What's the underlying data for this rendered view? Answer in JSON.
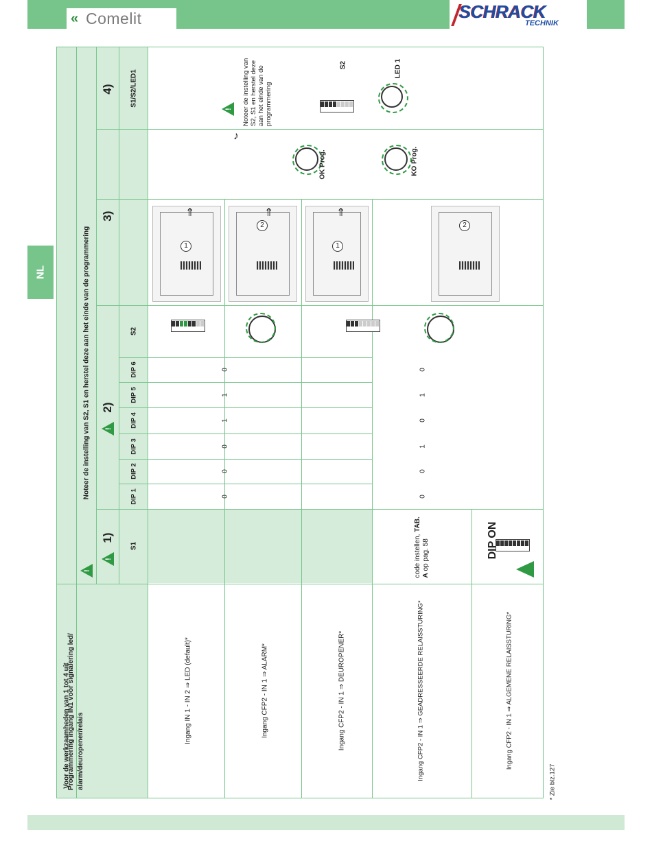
{
  "header": {
    "left_logo": "Comelit",
    "right_logo": "SCHRACK",
    "right_logo_sub": "TECHNIK"
  },
  "side_tab": {
    "label": "NL"
  },
  "title": "Programmering ingang IN1 voor signalering led/ alarm/deuropener/relais",
  "intro": "Voor de werkzaamheden van 1 tot 4 uit",
  "note_top": "Noteer de instelling van S2, S1 en herstel deze aan het einde van de programmering",
  "steps": {
    "s1": "1)",
    "s2": "2)",
    "s3": "3)",
    "s4": "4)"
  },
  "col_headers": {
    "s1": "S1",
    "dip": [
      "DIP 1",
      "DIP 2",
      "DIP 3",
      "DIP 4",
      "DIP 5",
      "DIP 6"
    ],
    "s2": "S2",
    "s4": "S1/S2/LED1"
  },
  "rows": [
    {
      "label": "Ingang IN 1 - IN 2 ⇒ LED (default)*"
    },
    {
      "label": "Ingang CFP2 - IN 1 ⇒ ALARM*"
    },
    {
      "label": "Ingang CFP2 - IN 1 ⇒ DEUROPENER*"
    },
    {
      "label": "Ingang CFP2 - IN 1 ⇒ GEADRESSEERDE RELAISSTURING*"
    },
    {
      "label": "Ingang CFP2 - IN 1 ⇒ ALGEMENE RELAISSTURING*"
    }
  ],
  "dip_values": {
    "group1": [
      "0",
      "0",
      "0",
      "1",
      "1",
      "0"
    ],
    "group2": [
      "0",
      "0",
      "1",
      "0",
      "1",
      "0"
    ]
  },
  "s1_code": {
    "pre": "code instellen,",
    "ref": "TAB. A",
    "post": "op pag. 58"
  },
  "dip_on": "DIP ON",
  "step3": {
    "ok": "OK Prog.",
    "ko": "KO Prog."
  },
  "step4": {
    "note": "Noteer de instelling van S2, S1 en herstel deze aan het einde van de programmering",
    "s2": "S2",
    "led": "LED 1"
  },
  "footnote": "* Zie blz.127"
}
